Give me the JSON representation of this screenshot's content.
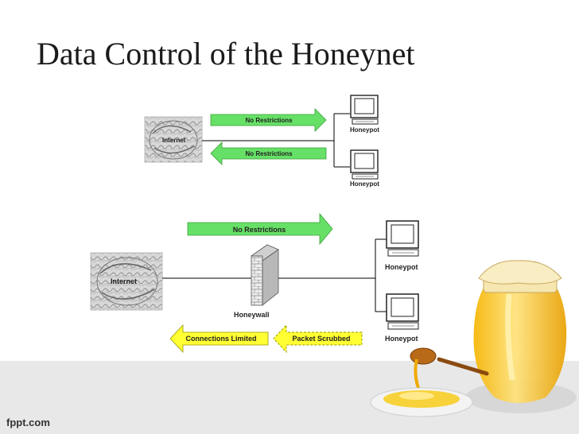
{
  "slide": {
    "title": "Data Control of the Honeynet"
  },
  "top": {
    "internet_label": "Internet",
    "arrow_right_label": "No Restrictions",
    "arrow_left_label": "No Restrictions",
    "honeypot_labels": [
      "Honeypot",
      "Honeypot"
    ]
  },
  "bottom": {
    "internet_label": "Internet",
    "arrow_right_label": "No Restrictions",
    "firewall_label": "Honeywall",
    "connections_label": "Connections Limited",
    "scrubbed_label": "Packet Scrubbed",
    "honeypot_labels": [
      "Honeypot",
      "Honeypot"
    ]
  },
  "colors": {
    "green_arrow": "#66e066",
    "yellow_arrow": "#ffff33",
    "firewall": "#e8e8e8",
    "honey": "#f7c83a"
  },
  "footer": {
    "brand": "fppt.com"
  }
}
